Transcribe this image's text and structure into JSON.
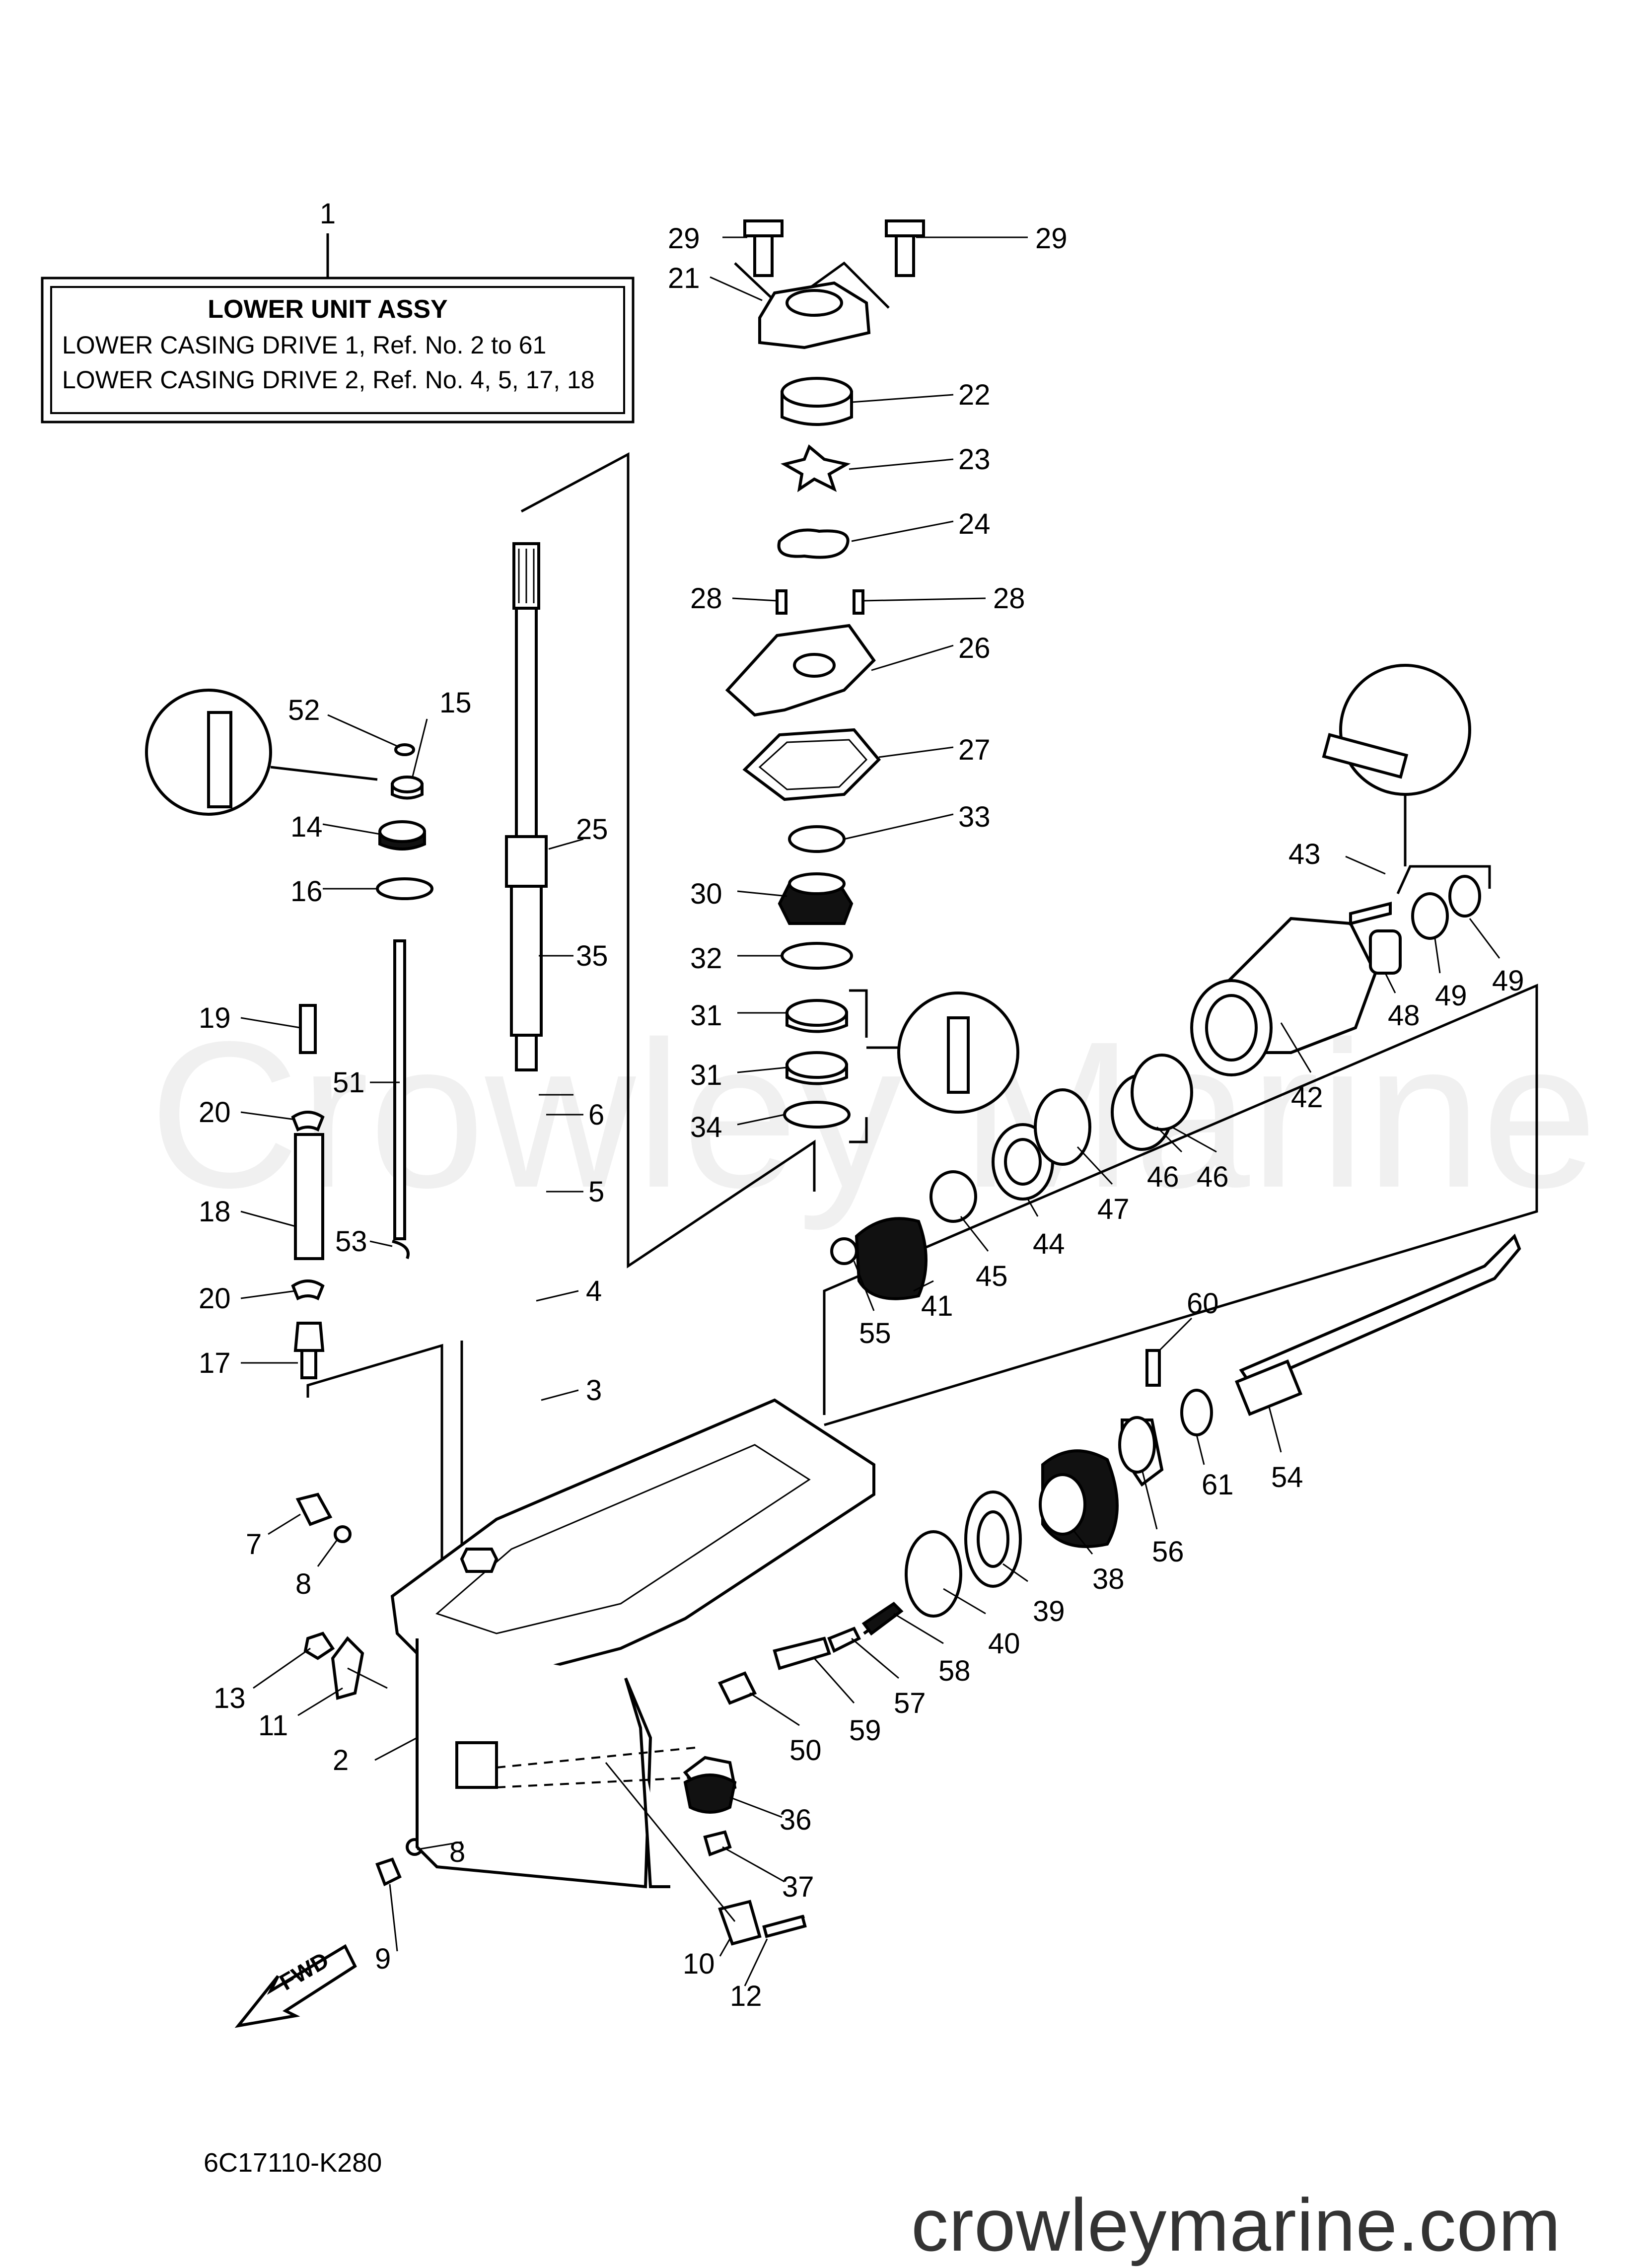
{
  "title_box": {
    "title": "LOWER UNIT ASSY",
    "line1": "LOWER CASING DRIVE 1,  Ref. No. 2 to 61",
    "line2": "LOWER CASING DRIVE 2,  Ref. No. 4, 5, 17, 18"
  },
  "callouts": {
    "c1": "1",
    "c2": "2",
    "c3": "3",
    "c4": "4",
    "c5": "5",
    "c6": "6",
    "c7": "7",
    "c8a": "8",
    "c8b": "8",
    "c9": "9",
    "c10": "10",
    "c11": "11",
    "c12": "12",
    "c13": "13",
    "c14": "14",
    "c15": "15",
    "c16": "16",
    "c17": "17",
    "c18": "18",
    "c19": "19",
    "c20a": "20",
    "c20b": "20",
    "c21": "21",
    "c22": "22",
    "c23": "23",
    "c24": "24",
    "c25": "25",
    "c26": "26",
    "c27": "27",
    "c28a": "28",
    "c28b": "28",
    "c29a": "29",
    "c29b": "29",
    "c30": "30",
    "c31a": "31",
    "c31b": "31",
    "c32": "32",
    "c33": "33",
    "c34": "34",
    "c35": "35",
    "c36": "36",
    "c37": "37",
    "c38": "38",
    "c39": "39",
    "c40": "40",
    "c41": "41",
    "c42": "42",
    "c43": "43",
    "c44": "44",
    "c45": "45",
    "c46a": "46",
    "c46b": "46",
    "c47": "47",
    "c48": "48",
    "c49a": "49",
    "c49b": "49",
    "c50": "50",
    "c51": "51",
    "c52": "52",
    "c53": "53",
    "c54": "54",
    "c55": "55",
    "c56": "56",
    "c57": "57",
    "c58": "58",
    "c59": "59",
    "c60": "60",
    "c61": "61"
  },
  "fwd_label": "FWD",
  "watermark": "Crowley Marine",
  "footer_code": "6C17110-K280",
  "site_name": "crowleymarine.com"
}
